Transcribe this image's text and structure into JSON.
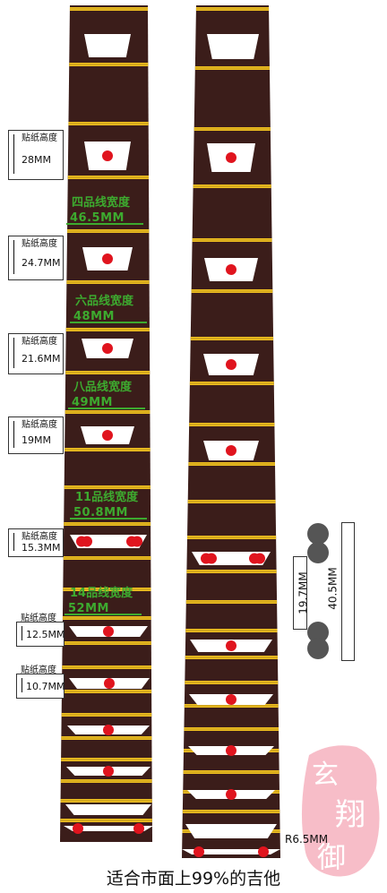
{
  "callouts": [
    {
      "label": "贴纸高度",
      "value": "28MM"
    },
    {
      "label": "贴纸高度",
      "value": "24.7MM"
    },
    {
      "label": "贴纸高度",
      "value": "21.6MM"
    },
    {
      "label": "贴纸高度",
      "value": "19MM"
    },
    {
      "label": "贴纸高度",
      "value": "15.3MM"
    },
    {
      "label": "贴纸高度",
      "value": "12.5MM"
    },
    {
      "label": "贴纸高度",
      "value": "10.7MM"
    }
  ],
  "fret_widths": [
    {
      "label": "四品线宽度",
      "value": "46.5MM"
    },
    {
      "label": "六品线宽度",
      "value": "48MM"
    },
    {
      "label": "八品线宽度",
      "value": "49MM"
    },
    {
      "label": "11品线宽度",
      "value": "50.8MM"
    },
    {
      "label": "14品线宽度",
      "value": "52MM"
    }
  ],
  "side_dimensions": {
    "inner": "19.7MM",
    "outer": "40.5MM"
  },
  "radius_label": "R6.5MM",
  "caption": "适合市面上99%的吉他",
  "stamp_text": [
    "玄",
    "翔",
    "御"
  ],
  "colors": {
    "fretboard": "#3b1d1a",
    "fret_wire": "#f0c020",
    "inlay": "#ffffff",
    "dot": "#e0141e",
    "dimension": "#3daa2f",
    "stamp": "#e96a85"
  }
}
